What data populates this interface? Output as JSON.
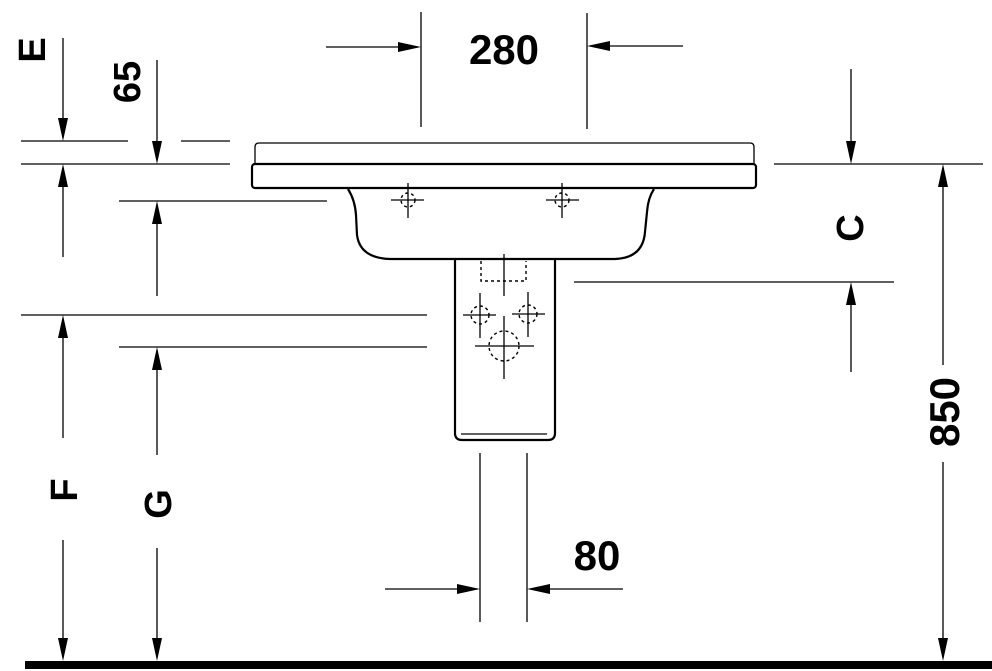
{
  "drawing": {
    "subject": "wall-mounted washbasin with semi-pedestal, front elevation",
    "colors": {
      "line": "#000000",
      "background": "#ffffff"
    }
  },
  "dimensions": {
    "top_width": {
      "label": "280"
    },
    "pedestal_width": {
      "label": "80"
    },
    "total_height": {
      "label": "850"
    },
    "rim_thickness": {
      "label": "65"
    },
    "var_e": {
      "label": "E"
    },
    "var_c": {
      "label": "C"
    },
    "var_f": {
      "label": "F"
    },
    "var_g": {
      "label": "G"
    }
  }
}
